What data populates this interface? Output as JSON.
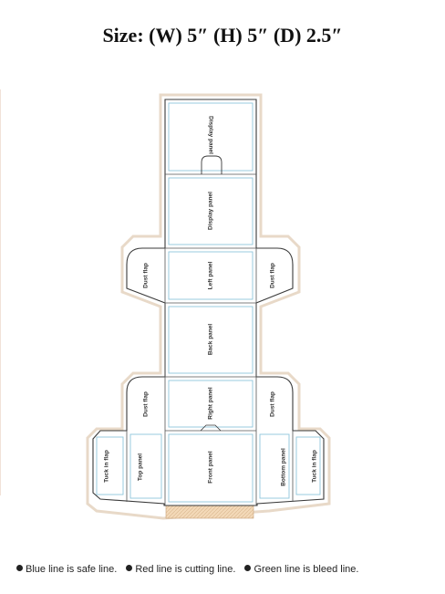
{
  "title": "Size: (W) 5″ (H) 5″ (D) 2.5″",
  "panels": {
    "display_top": "Display panel",
    "display": "Display panel",
    "left": "Left panel",
    "back": "Back panel",
    "right": "Right panel",
    "front": "Front panel",
    "top": "Top panel",
    "bottom": "Bottom panel",
    "dust_1": "Dust flap",
    "dust_2": "Dust flap",
    "dust_3": "Dust flap",
    "dust_4": "Dust flap",
    "tuck_left": "Tuck in flap",
    "tuck_right": "Tuck in flap"
  },
  "legend": [
    "Blue line is safe line.",
    "Red line is cutting line.",
    "Green line is bleed line."
  ],
  "colors": {
    "safe_line": "#8fc6dc",
    "cut_line": "#3a3a3a",
    "bleed_line": "#e8d9c8",
    "glue_area": "#f3d9b8"
  }
}
